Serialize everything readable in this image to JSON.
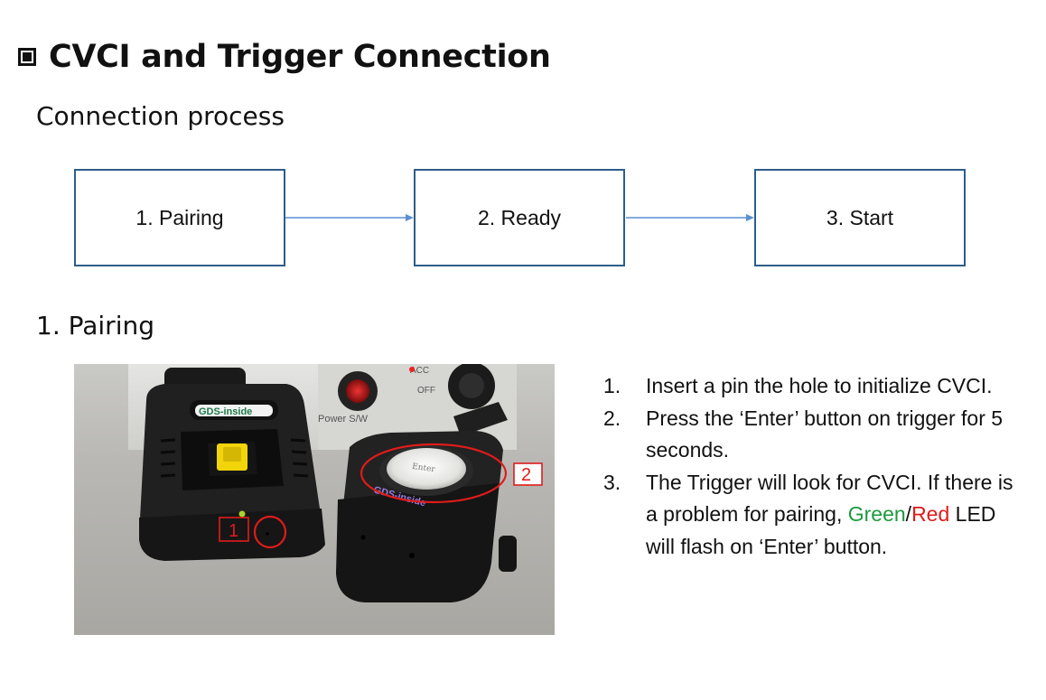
{
  "slide": {
    "title": "CVCI and Trigger Connection",
    "subtitle": "Connection process",
    "flow_steps": [
      {
        "label": "1. Pairing"
      },
      {
        "label": "2. Ready"
      },
      {
        "label": "3. Start"
      }
    ],
    "section_heading": "1. Pairing",
    "photo": {
      "logo_text": "GDS-inside",
      "power_label": "Power S/W",
      "off_label": "OFF",
      "acc_label": "ACC",
      "enter_label": "Enter",
      "callouts": [
        "1",
        "2"
      ]
    },
    "steps": [
      {
        "number": "1.",
        "text": "Insert a pin the hole to initialize CVCI."
      },
      {
        "number": "2.",
        "text": "Press the ‘Enter’ button on trigger for 5 seconds."
      },
      {
        "number": "3.",
        "pre": "The Trigger will look for CVCI. If there is a problem for pairing, ",
        "green": "Green",
        "slash": "/",
        "red": "Red",
        "post": " LED will flash on ‘Enter’ button."
      }
    ],
    "colors": {
      "box_border": "#2f5d8a",
      "arrow": "#5b8ed0",
      "green": "#1e9a3e",
      "red": "#e01b1b"
    }
  }
}
